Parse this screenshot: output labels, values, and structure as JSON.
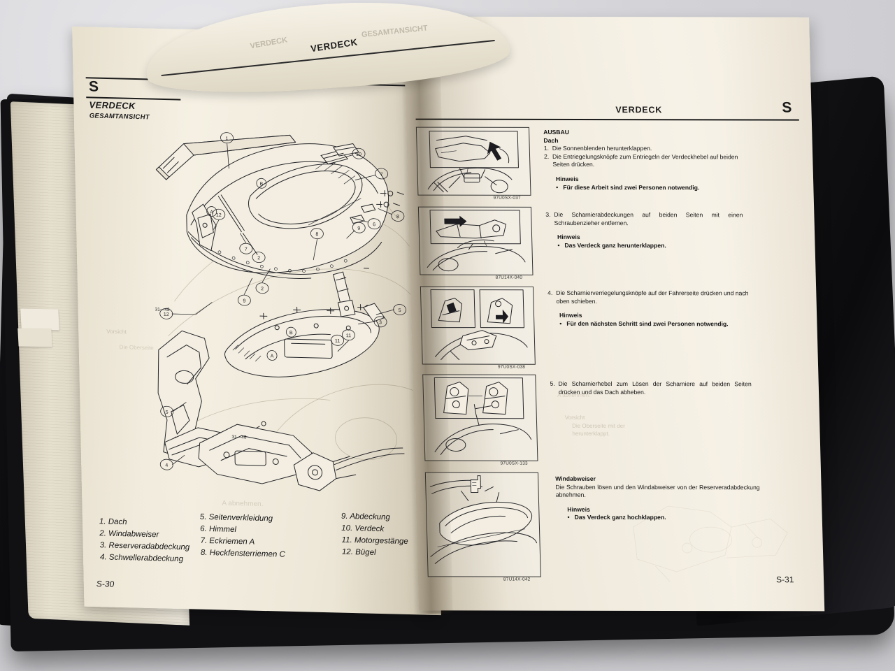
{
  "document": {
    "type": "printed-service-manual-spread",
    "language": "de",
    "curled_page_header": "VERDECK"
  },
  "left_page": {
    "section_letter": "S",
    "title": "VERDECK",
    "subtitle": "GESAMTANSICHT",
    "page_number": "S-30",
    "diagram_callouts": [
      "1",
      "2",
      "3",
      "4",
      "5",
      "6",
      "7",
      "8",
      "9",
      "10",
      "11",
      "12",
      "A",
      "B"
    ],
    "diagram_dim_labels": [
      "31—48",
      "31—48"
    ],
    "legend": {
      "column_1": [
        "1. Dach",
        "2. Windabweiser",
        "3. Reserveradabdeckung",
        "4. Schwellerabdeckung"
      ],
      "column_2": [
        "5. Seitenverkleidung",
        "6. Himmel",
        "7. Eckriemen A",
        "8. Heckfensterriemen C"
      ],
      "column_3": [
        "9. Abdeckung",
        "10. Verdeck",
        "11. Motorgestänge",
        "12. Bügel"
      ]
    }
  },
  "right_page": {
    "section_letter": "S",
    "header": "VERDECK",
    "page_number": "S-31",
    "blocks": [
      {
        "heading": "AUSBAU",
        "subheading": "Dach",
        "steps": [
          {
            "n": "1.",
            "text": "Die Sonnenblenden herunterklappen."
          },
          {
            "n": "2.",
            "text": "Die Entriegelungsknöpfe zum Entriegeln der Verdeckhebel auf beiden Seiten drücken."
          }
        ],
        "note_heading": "Hinweis",
        "note_body": "Für diese Arbeit sind zwei Personen notwendig.",
        "figure_caption": "97U0SX-037"
      },
      {
        "heading": "",
        "subheading": "",
        "steps": [
          {
            "n": "3.",
            "text": "Die Scharnierabdeckungen auf beiden Seiten mit einen Schraubenzieher entfernen."
          }
        ],
        "note_heading": "Hinweis",
        "note_body": "Das Verdeck ganz herunterklappen.",
        "figure_caption": "87U14X-040"
      },
      {
        "heading": "",
        "subheading": "",
        "steps": [
          {
            "n": "4.",
            "text": "Die Scharnierverriegelungsknöpfe auf der Fahrerseite drücken und nach oben schieben."
          }
        ],
        "note_heading": "Hinweis",
        "note_body": "Für den nächsten Schritt sind zwei Personen notwendig.",
        "figure_caption": "97U0SX-038"
      },
      {
        "heading": "",
        "subheading": "",
        "steps": [
          {
            "n": "5.",
            "text": "Die Scharnierhebel zum Lösen der Scharniere auf beiden Seiten drücken und das Dach abheben."
          }
        ],
        "note_heading": "",
        "note_body": "",
        "figure_caption": "97U0SX-133"
      },
      {
        "heading": "Windabweiser",
        "subheading": "",
        "steps": [
          {
            "n": "",
            "text": "Die Schrauben lösen und den Windabweiser von der Reserveradabdeckung abnehmen."
          }
        ],
        "note_heading": "Hinweis",
        "note_body": "Das Verdeck ganz hochklappen.",
        "figure_caption": "87U14X-042"
      }
    ]
  },
  "show_through_text": {
    "left": [
      "VERDECK",
      "GESAMTANSICHT",
      "Vorsicht",
      "Die Oberseite"
    ],
    "right": [
      "Vorsicht",
      "Die Oberseite mit der",
      "herunterklappt.",
      "A abnehmen."
    ]
  },
  "colors": {
    "paper": "#f2ece0",
    "paper_edge": "#ded7c4",
    "ink": "#1a1a1a",
    "binder": "#111114",
    "desk": "#d4d4d8"
  }
}
